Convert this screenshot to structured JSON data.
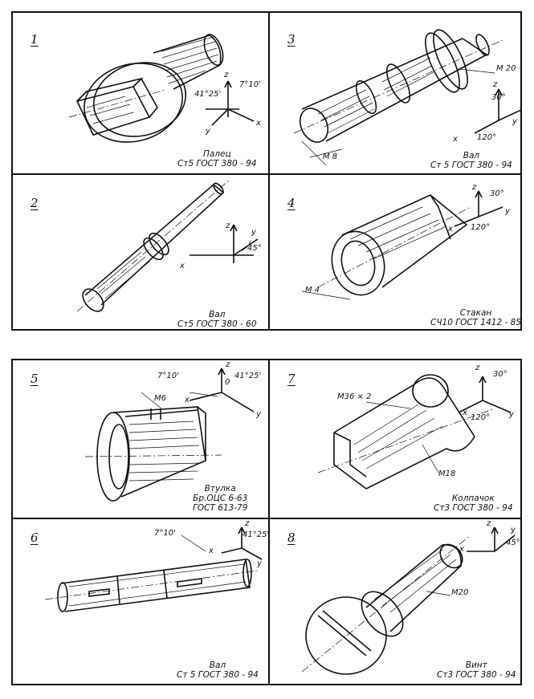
{
  "panels": [
    {
      "number": "1",
      "caption": [
        "Палец",
        "Ст5 ГОСТ 380 - 94"
      ],
      "angles": [
        "41°25'",
        "7°10'"
      ],
      "axes": [
        "z",
        "x",
        "y"
      ],
      "dims": []
    },
    {
      "number": "3",
      "caption": [
        "Вал",
        "Ст 5 ГОСТ 380 - 94"
      ],
      "angles": [
        "30°",
        "120°"
      ],
      "axes": [
        "z",
        "x",
        "y"
      ],
      "dims": [
        "M 20",
        "M 8"
      ]
    },
    {
      "number": "2",
      "caption": [
        "Вал",
        "Ст5 ГОСТ 380 - 60"
      ],
      "angles": [
        "45°"
      ],
      "axes": [
        "z",
        "y",
        "x"
      ],
      "dims": []
    },
    {
      "number": "4",
      "caption": [
        "Стакан",
        "СЧ10 ГОСТ 1412 - 85"
      ],
      "angles": [
        "30°",
        "120°"
      ],
      "axes": [
        "z",
        "x",
        "y"
      ],
      "dims": [
        "M 4"
      ]
    },
    {
      "number": "5",
      "caption": [
        "Втулка",
        "Бр.ОЦС 6-63",
        "ГОСТ 613-79"
      ],
      "angles": [
        "7°10'",
        "41°25'"
      ],
      "axes": [
        "z",
        "x",
        "y",
        "0"
      ],
      "dims": [
        "M6"
      ]
    },
    {
      "number": "7",
      "caption": [
        "Колпачок",
        "Ст3 ГОСТ 380 - 94"
      ],
      "angles": [
        "30°",
        "120°"
      ],
      "axes": [
        "z",
        "x",
        "y"
      ],
      "dims": [
        "M36 × 2",
        "M18"
      ]
    },
    {
      "number": "6",
      "caption": [
        "Вал",
        "Ст 5 ГОСТ 380 - 94"
      ],
      "angles": [
        "7°10'",
        "41°25'"
      ],
      "axes": [
        "z",
        "x",
        "y"
      ],
      "dims": []
    },
    {
      "number": "8",
      "caption": [
        "Винт",
        "Ст3 ГОСТ 380 - 94"
      ],
      "angles": [
        "45°"
      ],
      "axes": [
        "z",
        "y",
        "x"
      ],
      "dims": [
        "M20"
      ]
    }
  ]
}
